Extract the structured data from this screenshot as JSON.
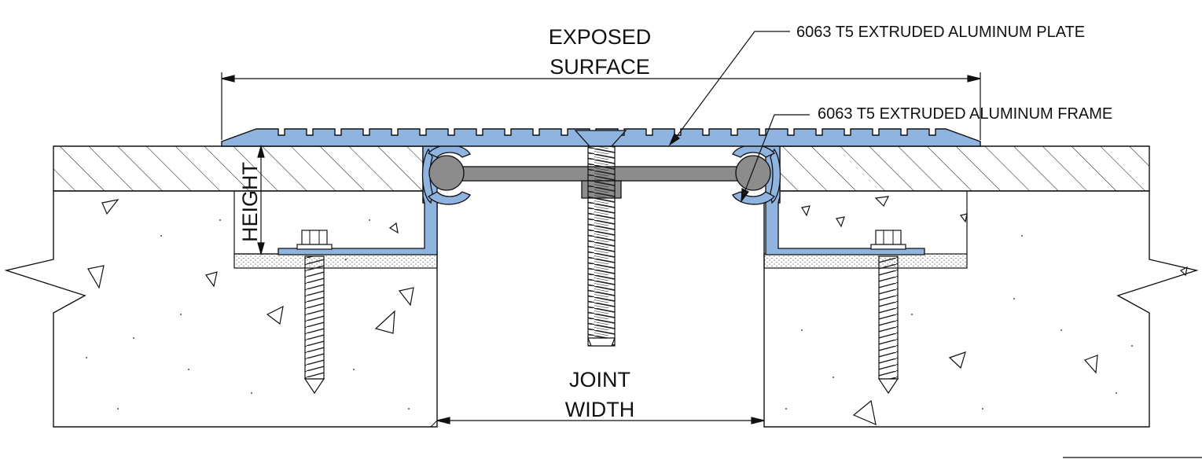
{
  "labels": {
    "exposed_surface": [
      "EXPOSED",
      "SURFACE"
    ],
    "plate_callout": "6063 T5 EXTRUDED ALUMINUM PLATE",
    "frame_callout": "6063 T5 EXTRUDED ALUMINUM FRAME",
    "height": "HEIGHT",
    "joint_width": [
      "JOINT",
      "WIDTH"
    ]
  },
  "colors": {
    "aluminum": "#8fb4e0",
    "gasket": "#8c8c8c",
    "line": "#111111",
    "background": "#ffffff"
  }
}
